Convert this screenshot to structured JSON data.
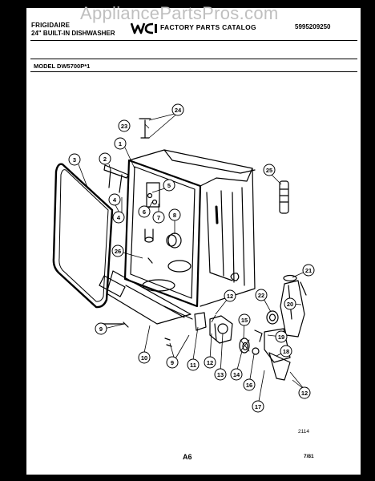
{
  "header": {
    "brand": "FRIGIDAIRE",
    "product": "24\" BUILT-IN DISHWASHER",
    "catalog_title": "FACTORY PARTS CATALOG",
    "catalog_number": "5995209250",
    "logo_letters": "WCI"
  },
  "model_label": "MODEL DW5700P*1",
  "watermark": "AppliancePartsPros.com",
  "callouts": [
    "1",
    "2",
    "3",
    "4",
    "4",
    "5",
    "6",
    "7",
    "8",
    "9",
    "9",
    "10",
    "11",
    "12",
    "12",
    "12",
    "13",
    "14",
    "15",
    "16",
    "17",
    "18",
    "19",
    "20",
    "21",
    "22",
    "23",
    "24",
    "25",
    "26"
  ],
  "footer": {
    "drawing_number": "2114",
    "page_label": "A6",
    "date_code": "7/81"
  },
  "colors": {
    "ink": "#000000",
    "paper": "#ffffff",
    "watermark": "#bfbfbf"
  }
}
